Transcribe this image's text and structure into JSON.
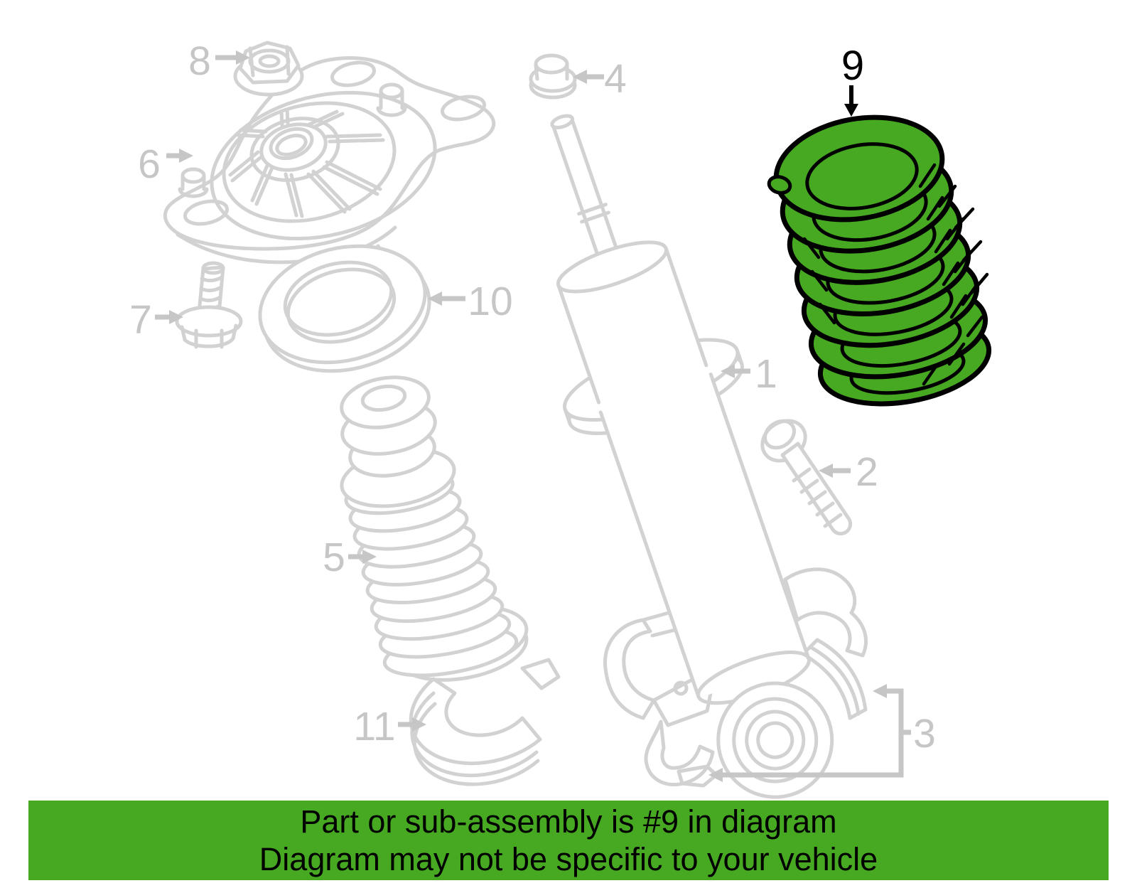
{
  "diagram": {
    "line_color": "#d2d2d2",
    "label_color": "#c6c6c6",
    "highlight_color": "#47a821",
    "highlight_outline_color": "#000000",
    "highlighted_part_number": "9",
    "labels": {
      "part1": "1",
      "part2": "2",
      "part3": "3",
      "part4": "4",
      "part5": "5",
      "part6": "6",
      "part7": "7",
      "part8": "8",
      "part9": "9",
      "part10": "10",
      "part11": "11"
    }
  },
  "banner": {
    "background_color": "#47a821",
    "text_color": "#000000",
    "line1": "Part or sub-assembly is #9 in diagram",
    "line2": "Diagram may not be specific to your vehicle"
  }
}
